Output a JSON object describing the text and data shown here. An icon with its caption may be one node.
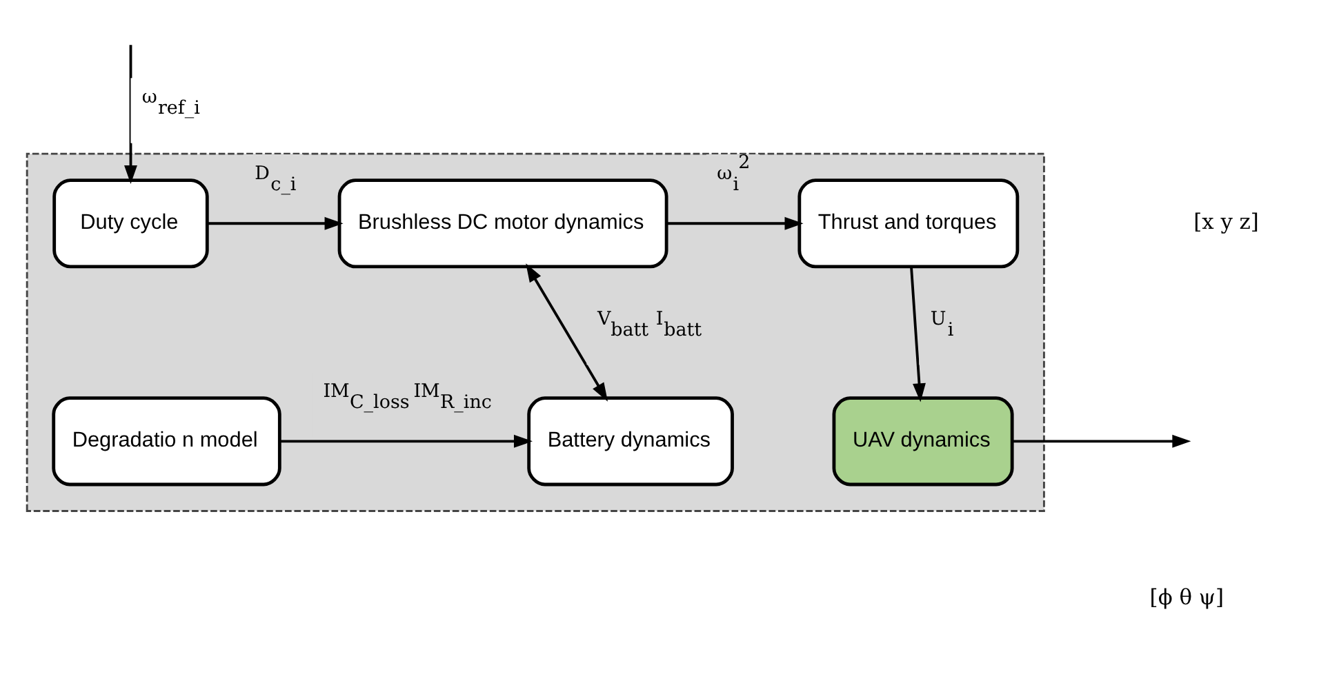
{
  "diagram": {
    "nodes": [
      {
        "text": [],
        "shape": "box"
      },
      {
        "text": [
          "Duty cycle"
        ],
        "in": 0
      },
      {
        "text": [
          "Brushless DC motor dynamics"
        ],
        "in": 0
      },
      {
        "text": [
          "Thrust and torques"
        ],
        "in": 0
      },
      {
        "text": [
          "Degradatio n model"
        ],
        "in": 0
      },
      {
        "text": [
          "Battery dynamics"
        ],
        "in": 0
      },
      {
        "text": [
          "UAV dynamics"
        ],
        "in": 0
      }
    ],
    "edges": [
      {
        "from": null,
        "to": 1,
        "arrow": "to",
        "label": "ω$_{ref_i}$"
      },
      {
        "from": 1,
        "to": 2,
        "arrow": "to",
        "label": "D$_{c_i}$"
      },
      {
        "from": 2,
        "to": 3,
        "arrow": "to",
        "label": "ω$_{i}$$^{2}$"
      },
      {
        "from": 3,
        "to": 6,
        "arrow": "to",
        "label": "U$_{i}$"
      },
      {
        "from": 2,
        "to": 5,
        "arrow": "both",
        "label": "V$_{batt}$ I$_{batt}$"
      },
      {
        "from": 4,
        "to": 5,
        "arrow": "to",
        "label": "IM$_{C_loss}$ IM$_{R_inc}$"
      },
      {
        "from": 6,
        "to": null,
        "arrow": "to"
      }
    ],
    "labels": [
      "[x y z]",
      "[ϕ θ ψ]"
    ]
  }
}
